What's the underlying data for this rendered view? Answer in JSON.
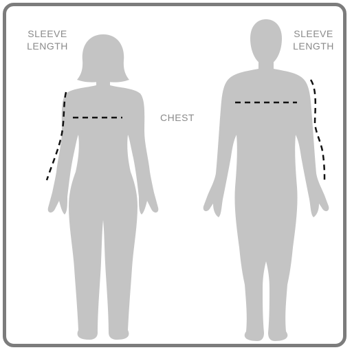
{
  "labels": {
    "sleeve_left": {
      "line1": "SLEEVE",
      "line2": "LENGTH"
    },
    "sleeve_right": {
      "line1": "SLEEVE",
      "line2": "LENGTH"
    },
    "chest": "CHEST"
  },
  "colors": {
    "frame": "#7c7c7c",
    "silhouette": "#c4c4c4",
    "label": "#8a8a8a",
    "measure_line": "#111111"
  },
  "icons": {
    "female_figure": "female-silhouette-icon",
    "male_figure": "male-silhouette-icon"
  }
}
